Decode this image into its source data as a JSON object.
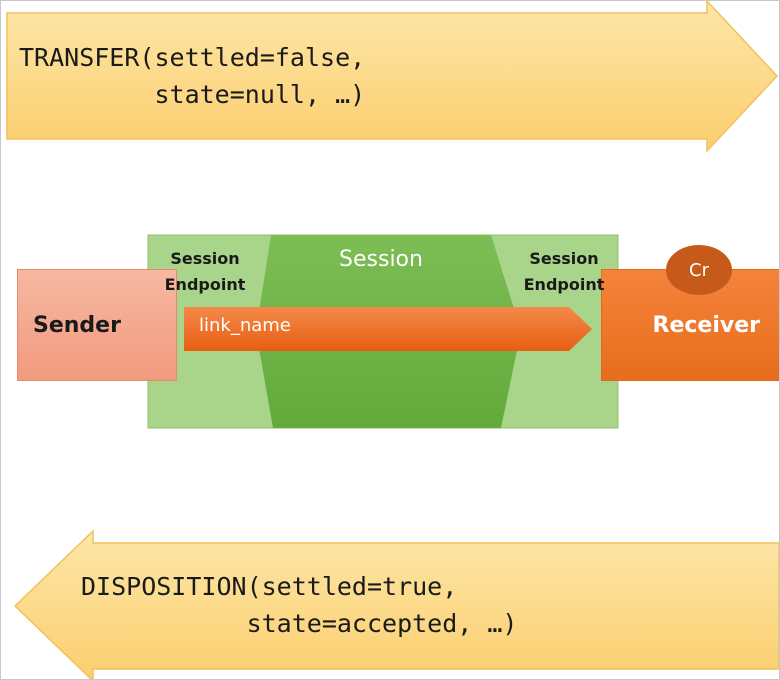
{
  "transfer": {
    "line1": "TRANSFER(settled=false,",
    "line2": "         state=null, …)"
  },
  "disposition": {
    "line1": "DISPOSITION(settled=true,",
    "line2": "           state=accepted, …)"
  },
  "sender": {
    "label": "Sender"
  },
  "receiver": {
    "label": "Receiver",
    "badge": "Cr"
  },
  "session": {
    "label": "Session",
    "left_endpoint": [
      "Session",
      "Endpoint"
    ],
    "right_endpoint": [
      "Session",
      "Endpoint"
    ]
  },
  "link": {
    "label": "link_name"
  },
  "colors": {
    "arrow_fill": "#fcd98a",
    "arrow_stroke": "#f2c15c",
    "sender_fill": "#f4a98d",
    "receiver_fill": "#ee7624",
    "session_light": "#a8d58a",
    "session_dark": "#6ab043",
    "link_fill": "#ef6c21",
    "badge_fill": "#c55a1a"
  }
}
